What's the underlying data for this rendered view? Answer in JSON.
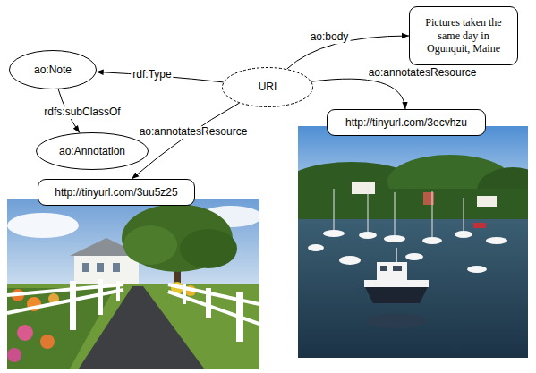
{
  "diagram": {
    "nodes": [
      {
        "text": [
          "Pictures taken the same day in Ogunquit, Maine"
        ]
      },
      {
        "text": [
          "ao:Note"
        ]
      },
      {
        "text": [
          "URI"
        ]
      },
      {
        "text": [
          "http://tinyurl.com/3ecvhzu"
        ]
      },
      {
        "text": [
          "ao:Annotation"
        ]
      },
      {
        "text": [
          "http://tinyurl.com/3uu5z25"
        ]
      }
    ],
    "edges": [
      {
        "from": 2,
        "to": 1,
        "label": "rdf:Type",
        "arrow": "to"
      },
      {
        "from": 1,
        "to": 4,
        "label": "rdfs:subClassOf",
        "arrow": "to"
      },
      {
        "from": 2,
        "to": 0,
        "label": "ao:body",
        "arrow": "to"
      },
      {
        "from": 2,
        "to": 3,
        "label": "ao:annotatesResource",
        "arrow": "to"
      },
      {
        "from": 2,
        "to": 5,
        "label": "ao:annotatesResource",
        "arrow": "to"
      }
    ]
  }
}
